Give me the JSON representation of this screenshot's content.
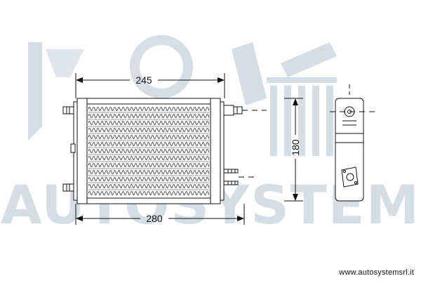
{
  "diagram": {
    "dimensions": {
      "top_width": "245",
      "bottom_width": "280",
      "height": "180"
    }
  },
  "watermark": {
    "text": "AUTOSYSTEM",
    "color": "#c9d3dd"
  },
  "footer": {
    "website": "www.autosystemsrl.it"
  },
  "colors": {
    "line": "#111111",
    "background": "#ffffff"
  }
}
